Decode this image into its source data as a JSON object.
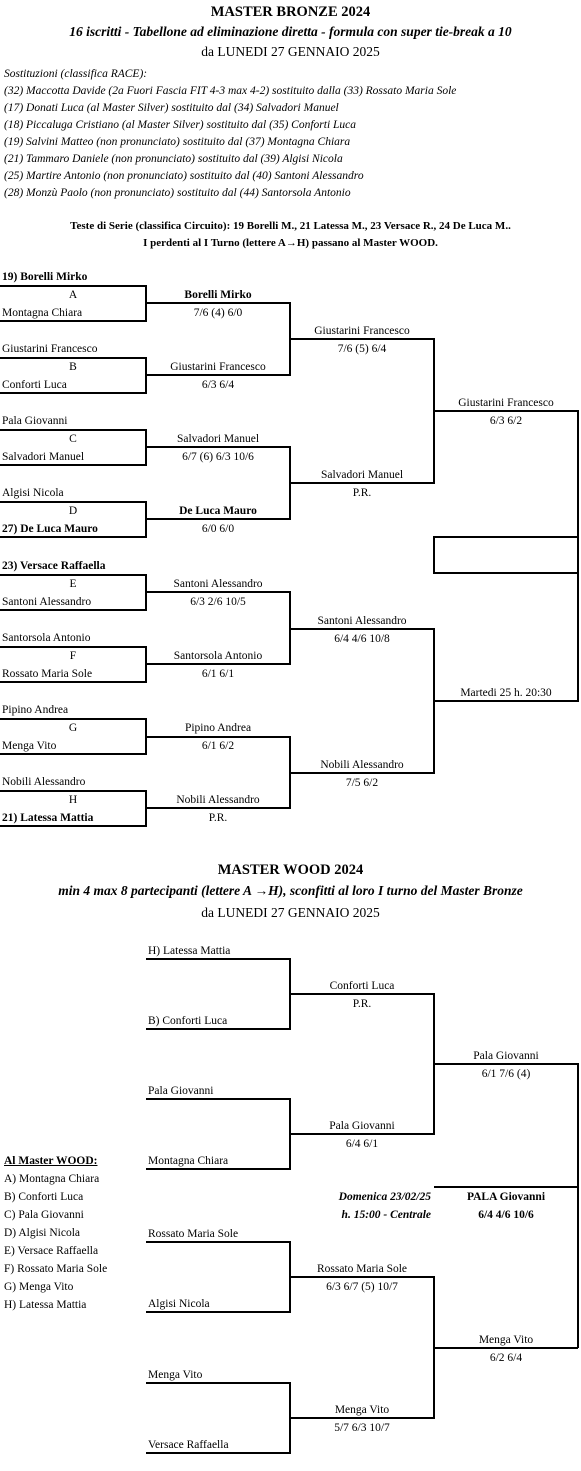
{
  "bronze": {
    "title": "MASTER  BRONZE 2024",
    "subtitle": "16 iscritti - Tabellone ad eliminazione diretta - formula con super tie-break a 10",
    "date": "da LUNEDI 27 GENNAIO 2025",
    "subs_heading": "Sostituzioni (classifica RACE):",
    "subs": [
      "(32) Maccotta Davide (2a Fuori Fascia FIT 4-3 max 4-2) sostituito dalla (33) Rossato Maria Sole",
      "(17) Donati Luca (al Master Silver) sostituito dal (34) Salvadori Manuel",
      "(18) Piccaluga Cristiano (al Master Silver) sostituito dal (35) Conforti Luca",
      "(19) Salvini Matteo (non pronunciato) sostituito dal (37) Montagna Chiara",
      "(21) Tammaro Daniele (non pronunciato) sostituito dal (39) Algisi Nicola",
      "(25) Martire Antonio (non pronunciato) sostituito dal (40) Santoni Alessandro",
      "(28) Monzù Paolo (non pronunciato) sostituito dal (44) Santorsola Antonio"
    ],
    "seeds_line": "Teste di Serie (classifica Circuito): 19 Borelli M., 21 Latessa M., 23 Versace R., 24 De Luca M..",
    "losers_line": "I perdenti al I Turno (lettere A→H) passano al Master WOOD.",
    "r1": [
      {
        "p1": "19) Borelli Mirko",
        "letter": "A",
        "p2": "Montagna Chiara"
      },
      {
        "p1": "Giustarini Francesco",
        "letter": "B",
        "p2": "Conforti Luca"
      },
      {
        "p1": "Pala Giovanni",
        "letter": "C",
        "p2": "Salvadori Manuel"
      },
      {
        "p1": "Algisi Nicola",
        "letter": "D",
        "p2": "27) De Luca Mauro"
      },
      {
        "p1": "23) Versace Raffaella",
        "letter": "E",
        "p2": "Santoni Alessandro"
      },
      {
        "p1": "Santorsola Antonio",
        "letter": "F",
        "p2": "Rossato Maria Sole"
      },
      {
        "p1": "Pipino Andrea",
        "letter": "G",
        "p2": "Menga Vito"
      },
      {
        "p1": "Nobili Alessandro",
        "letter": "H",
        "p2": "21) Latessa Mattia"
      }
    ],
    "r2": [
      {
        "name": "Borelli Mirko",
        "score": "7/6 (4)  6/0"
      },
      {
        "name": "Giustarini Francesco",
        "score": "6/3  6/4"
      },
      {
        "name": "Salvadori Manuel",
        "score": "6/7 (6)  6/3  10/6"
      },
      {
        "name": "De Luca Mauro",
        "score": "6/0  6/0"
      },
      {
        "name": "Santoni Alessandro",
        "score": "6/3  2/6  10/5"
      },
      {
        "name": "Santorsola Antonio",
        "score": "6/1  6/1"
      },
      {
        "name": "Pipino Andrea",
        "score": "6/1  6/2"
      },
      {
        "name": "Nobili Alessandro",
        "score": "P.R."
      }
    ],
    "qf": [
      {
        "name": "Giustarini Francesco",
        "score": "7/6 (5)  6/4"
      },
      {
        "name": "Salvadori Manuel",
        "score": "P.R."
      },
      {
        "name": "Santoni Alessandro",
        "score": "6/4  4/6  10/8"
      },
      {
        "name": "Nobili Alessandro",
        "score": "7/5  6/2"
      }
    ],
    "sf": [
      {
        "name": "Giustarini Francesco",
        "score": "6/3  6/2"
      },
      {
        "name": "Martedi 25 h. 20:30",
        "score": ""
      }
    ]
  },
  "wood": {
    "title": "MASTER  WOOD  2024",
    "subtitle": "min 4 max 8 partecipanti (lettere A →H), sconfitti al loro I turno del Master Bronze",
    "date": "da LUNEDI 27 GENNAIO 2025",
    "r1": [
      "H) Latessa Mattia",
      "B) Conforti Luca",
      "Pala Giovanni",
      "Montagna Chiara",
      "Rossato Maria Sole",
      "Algisi Nicola",
      "Menga Vito",
      "Versace Raffaella"
    ],
    "qf": [
      {
        "name": "Conforti Luca",
        "score": "P.R."
      },
      {
        "name": "Pala Giovanni",
        "score": "6/4  6/1"
      },
      {
        "name": "Rossato Maria Sole",
        "score": "6/3  6/7 (5)  10/7"
      },
      {
        "name": "Menga Vito",
        "score": "5/7  6/3  10/7"
      }
    ],
    "sf": [
      {
        "name": "Pala Giovanni",
        "score": "6/1  7/6 (4)"
      },
      {
        "name": "Menga Vito",
        "score": "6/2  6/4"
      }
    ],
    "final": {
      "date_line1": "Domenica 23/02/25",
      "date_line2": "h. 15:00 - Centrale",
      "winner": "PALA Giovanni",
      "score": "6/4  4/6  10/6"
    },
    "list_heading": "Al Master WOOD:",
    "list": [
      "A) Montagna Chiara",
      "B) Conforti Luca",
      "C) Pala Giovanni",
      "D) Algisi Nicola",
      "E) Versace Raffaella",
      "F) Rossato Maria Sole",
      "G) Menga Vito",
      "H) Latessa Mattia"
    ]
  }
}
